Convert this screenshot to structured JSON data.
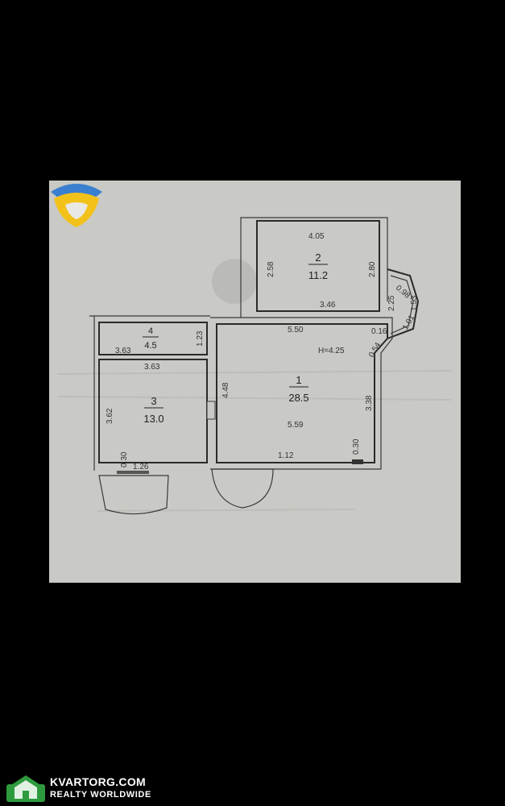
{
  "plan": {
    "rooms": [
      {
        "number": "1",
        "area": "28.5"
      },
      {
        "number": "2",
        "area": "11.2"
      },
      {
        "number": "3",
        "area": "13.0"
      },
      {
        "number": "4",
        "area": "4.5"
      }
    ],
    "height": "H=4.25",
    "dimensions": {
      "d405": "4.05",
      "d258": "2.58",
      "d280": "2.80",
      "d346": "3.46",
      "d550": "5.50",
      "d098": "0.98",
      "d225": "2.25",
      "d153": "1.53",
      "d101": "1.01",
      "d016": "0.16",
      "d054": "0.54",
      "d123": "1.23",
      "d363a": "3.63",
      "d363b": "3.63",
      "d448": "4.48",
      "d338": "3.38",
      "d362": "3.62",
      "d559": "5.59",
      "d030a": "0.30",
      "d030b": "0.30",
      "d126": "1.26",
      "d112": "1.12"
    }
  },
  "watermark": {
    "brand": "KVARTORG.COM",
    "tagline": "REALTY  WORLDWIDE"
  },
  "colors": {
    "paper": "#c9c9c5",
    "ink": "#2a2a2a",
    "logo_blue": "#3a7fd0",
    "logo_yellow": "#f2c21b",
    "watermark_green": "#2e9a3e"
  },
  "icons": [
    "ukraine-shield-logo-icon",
    "house-logo-icon"
  ]
}
